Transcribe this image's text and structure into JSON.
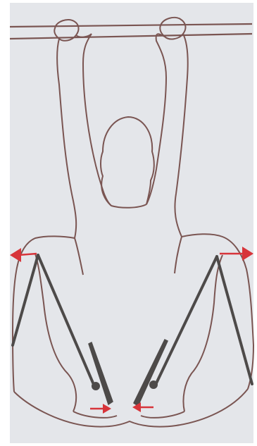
{
  "colors": {
    "paper": "#e4e6ea",
    "outline": "#7a5552",
    "rod": "#4d4a49",
    "arrow": "#d7343a",
    "background": "#ffffff"
  },
  "figure": {
    "elements": [
      "horizontal-bar",
      "body-outline",
      "left-force-arrow",
      "right-force-arrow",
      "left-rod",
      "right-rod",
      "left-clamp",
      "right-clamp",
      "left-inward-arrow",
      "right-inward-arrow"
    ]
  }
}
